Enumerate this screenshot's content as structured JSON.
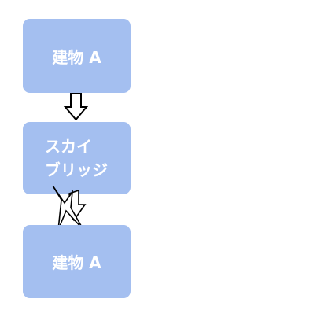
{
  "diagram": {
    "nodes": [
      {
        "id": "building-a-top",
        "label": "建物 A"
      },
      {
        "id": "skybridge",
        "label_lines": [
          "スカイ",
          "ブリッジ"
        ]
      },
      {
        "id": "building-a-bottom",
        "label": "建物 A"
      }
    ],
    "connectors": [
      {
        "from": "building-a-top",
        "to": "skybridge",
        "style": "hollow-down-arrow"
      },
      {
        "from": "skybridge",
        "to": "building-a-bottom",
        "style": "broken-hollow-down-arrow"
      }
    ],
    "colors": {
      "node_fill": "#a4bff0",
      "node_text": "#ffffff",
      "arrow_stroke": "#000000",
      "arrow_fill": "#ffffff"
    }
  }
}
